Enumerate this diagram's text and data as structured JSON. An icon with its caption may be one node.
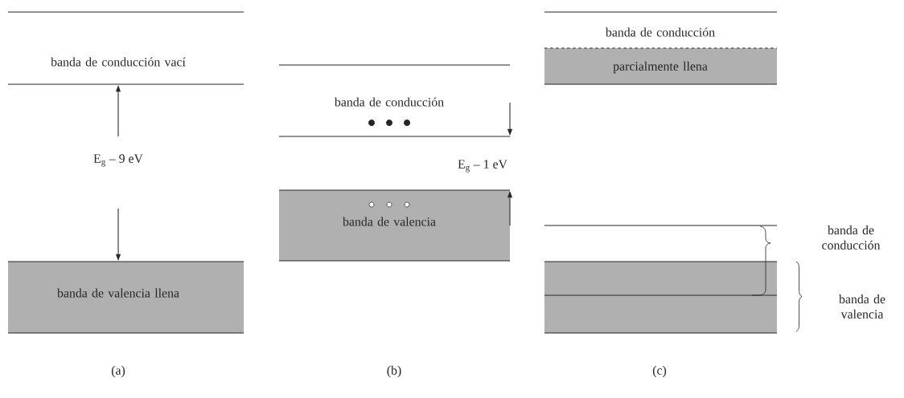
{
  "diagram": {
    "nodes": [
      {
        "text": [
          "banda de conducción vací"
        ]
      },
      {
        "text": [
          "banda de valencia llena"
        ]
      },
      {
        "text": [
          "banda de conducción"
        ]
      },
      {
        "text": [
          "banda de valencia"
        ]
      },
      {
        "text": [
          "banda de conducción",
          "parcialmente llena"
        ]
      }
    ],
    "labels": [
      "E$_{g}$ – 9 eV",
      "E$_{g}$ – 1 eV",
      "banda de conducción",
      "banda de valencia",
      "(a)",
      "(b)",
      "(c)"
    ]
  }
}
